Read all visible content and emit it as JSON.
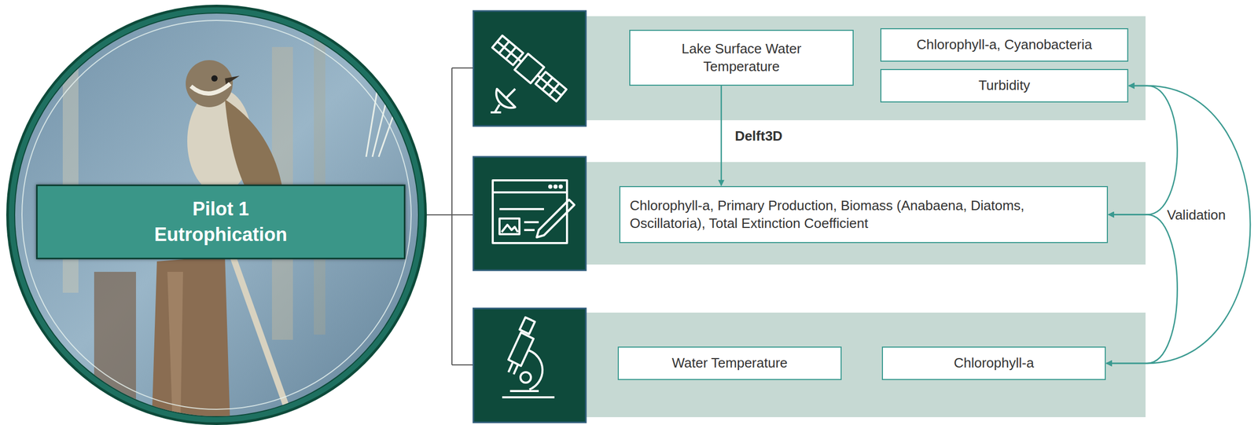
{
  "diagram": {
    "nodes": [
      {
        "text": [
          "Pilot 1 Eutrophication"
        ]
      },
      {
        "text": [
          "Lake Surface Water Temperature"
        ]
      },
      {
        "text": [
          "Chlorophyll-a, Cyanobacteria"
        ]
      },
      {
        "text": [
          "Turbidity"
        ]
      },
      {
        "text": [
          "Chlorophyll-a, Primary Production, Biomass (Anabaena, Diatoms, Oscillatoria), Total Extinction Coefficient"
        ]
      },
      {
        "text": [
          "Water Temperature"
        ]
      },
      {
        "text": [
          "Chlorophyll-a"
        ]
      }
    ],
    "edges": [
      {
        "from": 1,
        "to": 4,
        "arrow": "to",
        "label": "Delft3D"
      },
      {
        "from": 3,
        "to": 4,
        "arrow": "both"
      },
      {
        "from": 4,
        "to": 6,
        "arrow": "both"
      },
      {
        "from": 3,
        "to": 6,
        "arrow": "both"
      }
    ],
    "labels": [
      "Validation"
    ]
  }
}
